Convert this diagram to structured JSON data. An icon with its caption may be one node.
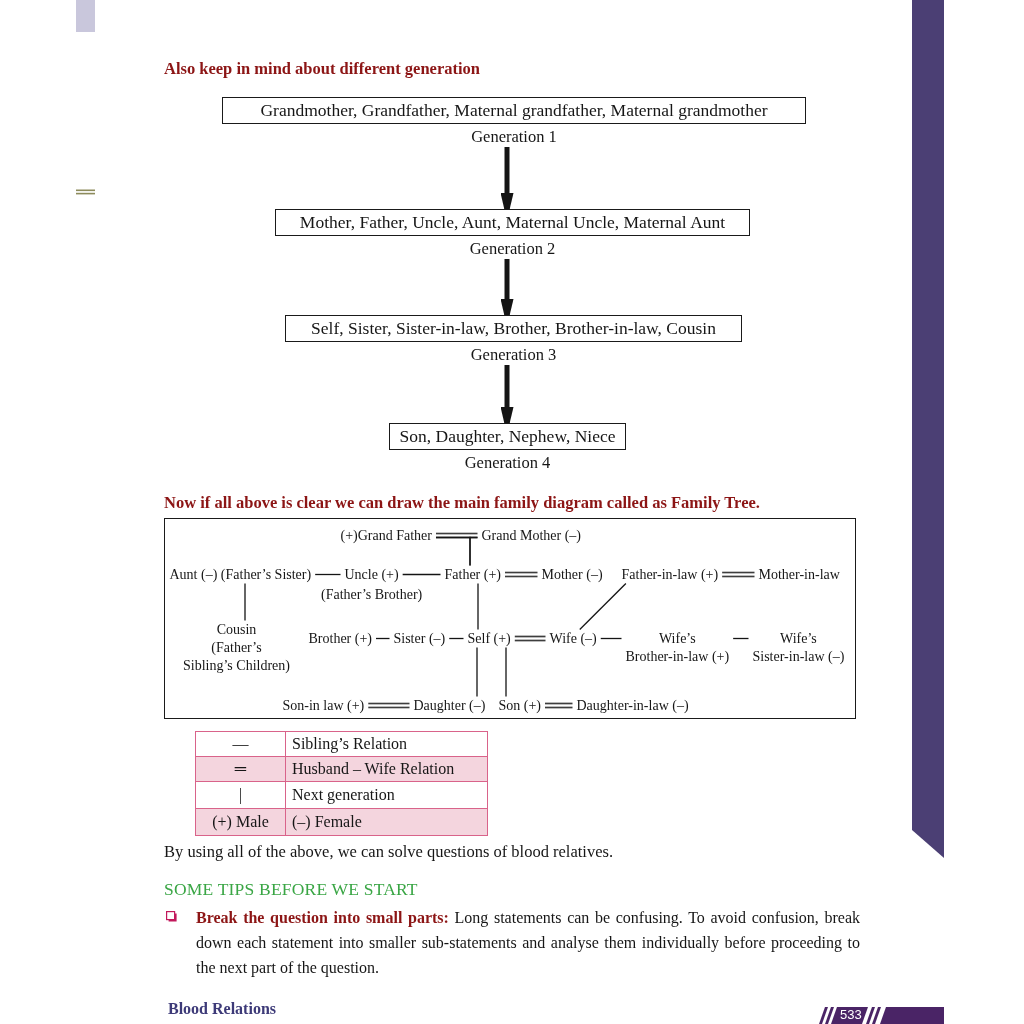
{
  "diagram": {
    "title": "Also keep in mind about different generation",
    "nodes": [
      {
        "text": [
          "Grandmother, Grandfather, Maternal grandfather, Maternal grandmother"
        ],
        "beside": [
          "Generation 1"
        ]
      },
      {
        "text": [
          "Mother, Father, Uncle, Aunt, Maternal Uncle, Maternal Aunt"
        ],
        "beside": [
          "Generation 2"
        ]
      },
      {
        "text": [
          "Self, Sister, Sister-in-law, Brother, Brother-in-law, Cousin"
        ],
        "beside": [
          "Generation 3"
        ]
      },
      {
        "text": [
          "Son, Daughter, Nephew, Niece"
        ],
        "beside": [
          "Generation 4"
        ]
      },
      {
        "text": [],
        "shape": "box"
      },
      {
        "text": [
          "(+)Grand Father"
        ],
        "in": 4
      },
      {
        "text": [
          "Grand Mother (–)"
        ],
        "in": 4
      },
      {
        "text": [
          "Aunt (–) (Father’s Sister)"
        ],
        "in": 4
      },
      {
        "text": [
          "Uncle (+)"
        ],
        "beside": [
          "(Father’s Brother)"
        ],
        "in": 4
      },
      {
        "text": [
          "Father (+)"
        ],
        "in": 4
      },
      {
        "text": [
          "Mother (–)"
        ],
        "in": 4
      },
      {
        "text": [
          "Father-in-law (+)"
        ],
        "in": 4
      },
      {
        "text": [
          "Mother-in-law"
        ],
        "in": 4
      },
      {
        "text": [
          "Cousin (Father’s Sibling’s Children)"
        ],
        "in": 4
      },
      {
        "text": [
          "Brother (+)"
        ],
        "in": 4
      },
      {
        "text": [
          "Sister (–)"
        ],
        "in": 4
      },
      {
        "text": [
          "Self (+)"
        ],
        "in": 4
      },
      {
        "text": [
          "Wife (–)"
        ],
        "in": 4
      },
      {
        "text": [
          "Wife’s Brother-in-law (+)"
        ],
        "in": 4
      },
      {
        "text": [
          "Wife’s Sister-in-law (–)"
        ],
        "in": 4
      },
      {
        "text": [
          "Son-in law (+)"
        ],
        "in": 4
      },
      {
        "text": [
          "Daughter (–)"
        ],
        "in": 4
      },
      {
        "text": [
          "Son (+)"
        ],
        "in": 4
      },
      {
        "text": [
          "Daughter-in-law (–)"
        ],
        "in": 4
      }
    ],
    "edges": [
      {
        "from": 0,
        "to": 1,
        "arrow": "to",
        "style": "thick"
      },
      {
        "from": 1,
        "to": 2,
        "arrow": "to",
        "style": "thick"
      },
      {
        "from": 2,
        "to": 3,
        "arrow": "to",
        "style": "thick"
      },
      {
        "from": 5,
        "to": 6,
        "arrow": "none",
        "style": "thick"
      },
      {
        "from": 5,
        "to": 9,
        "arrow": "none"
      },
      {
        "from": 6,
        "to": 9,
        "arrow": "none"
      },
      {
        "from": 7,
        "to": 8,
        "arrow": "none"
      },
      {
        "from": 8,
        "to": 9,
        "arrow": "none"
      },
      {
        "from": 9,
        "to": 10,
        "arrow": "none",
        "style": "thick"
      },
      {
        "from": 11,
        "to": 12,
        "arrow": "none",
        "style": "thick"
      },
      {
        "from": 7,
        "to": 13,
        "arrow": "none"
      },
      {
        "from": 9,
        "to": 16,
        "arrow": "none"
      },
      {
        "from": 11,
        "to": 17,
        "arrow": "none"
      },
      {
        "from": 14,
        "to": 15,
        "arrow": "none"
      },
      {
        "from": 15,
        "to": 16,
        "arrow": "none"
      },
      {
        "from": 16,
        "to": 17,
        "arrow": "none",
        "style": "thick"
      },
      {
        "from": 17,
        "to": 18,
        "arrow": "none"
      },
      {
        "from": 18,
        "to": 19,
        "arrow": "none"
      },
      {
        "from": 16,
        "to": 21,
        "arrow": "none"
      },
      {
        "from": 16,
        "to": 22,
        "arrow": "none"
      },
      {
        "from": 20,
        "to": 21,
        "arrow": "none",
        "style": "thick"
      },
      {
        "from": 22,
        "to": 23,
        "arrow": "none",
        "style": "thick"
      }
    ],
    "labels": [
      "Now if all above is clear we can draw the main family diagram called as Family Tree.",
      "—",
      "Sibling’s Relation",
      "═",
      "Husband – Wife Relation",
      "|",
      "Next generation",
      "(+) Male",
      "(–) Female",
      "By using all of the above, we can solve questions of blood relatives.",
      "SOME TIPS BEFORE WE START",
      "**Break the question into small parts:** Long statements can be confusing. To avoid confusion, break down each statement into smaller sub-statements and analyse them individually before proceeding to the next part of the question.",
      "Blood Relations",
      "533"
    ]
  }
}
